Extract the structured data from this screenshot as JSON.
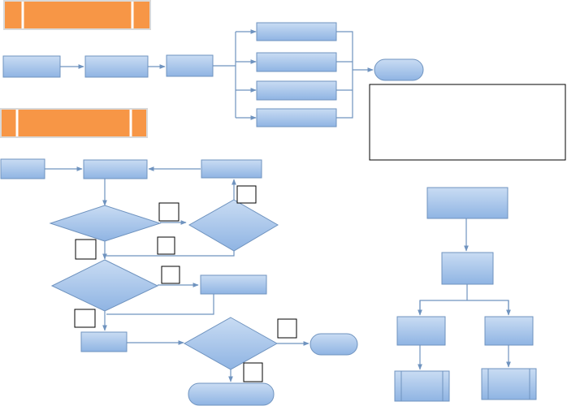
{
  "colors": {
    "accent_orange": "#f79646",
    "node_fill_top": "#c6d9f1",
    "node_fill_bottom": "#8db3e2",
    "node_stroke": "#6f93bf",
    "arrow": "#6f93bf",
    "box_border": "#000000"
  },
  "section_banners": [
    {
      "id": "banner-top",
      "text": ""
    },
    {
      "id": "banner-middle",
      "text": ""
    }
  ],
  "top_flow": {
    "nodes": [
      {
        "id": "t1",
        "text": ""
      },
      {
        "id": "t2",
        "text": ""
      },
      {
        "id": "t3",
        "text": ""
      },
      {
        "id": "b1",
        "text": ""
      },
      {
        "id": "b2",
        "text": ""
      },
      {
        "id": "b3",
        "text": ""
      },
      {
        "id": "b4",
        "text": ""
      },
      {
        "id": "end",
        "text": ""
      }
    ]
  },
  "note_box": {
    "text": ""
  },
  "decision_flow": {
    "nodes": [
      {
        "id": "m0",
        "text": ""
      },
      {
        "id": "m1",
        "text": ""
      },
      {
        "id": "m2",
        "text": ""
      },
      {
        "id": "d1",
        "text": ""
      },
      {
        "id": "d2",
        "text": ""
      },
      {
        "id": "d3",
        "text": ""
      },
      {
        "id": "r3",
        "text": ""
      },
      {
        "id": "p4",
        "text": ""
      },
      {
        "id": "d4",
        "text": ""
      },
      {
        "id": "e1",
        "text": ""
      },
      {
        "id": "e2",
        "text": ""
      }
    ],
    "label_boxes": [
      {
        "id": "lb1",
        "text": ""
      },
      {
        "id": "lb2",
        "text": ""
      },
      {
        "id": "lb3",
        "text": ""
      },
      {
        "id": "lb4",
        "text": ""
      },
      {
        "id": "lb5",
        "text": ""
      },
      {
        "id": "lb6",
        "text": ""
      },
      {
        "id": "lb7",
        "text": ""
      },
      {
        "id": "lb8",
        "text": ""
      }
    ]
  },
  "tree": {
    "nodes": [
      {
        "id": "tr1",
        "text": ""
      },
      {
        "id": "tr2",
        "text": ""
      },
      {
        "id": "tr3",
        "text": ""
      },
      {
        "id": "tr4",
        "text": ""
      },
      {
        "id": "tr5",
        "text": ""
      },
      {
        "id": "tr6",
        "text": ""
      }
    ]
  }
}
